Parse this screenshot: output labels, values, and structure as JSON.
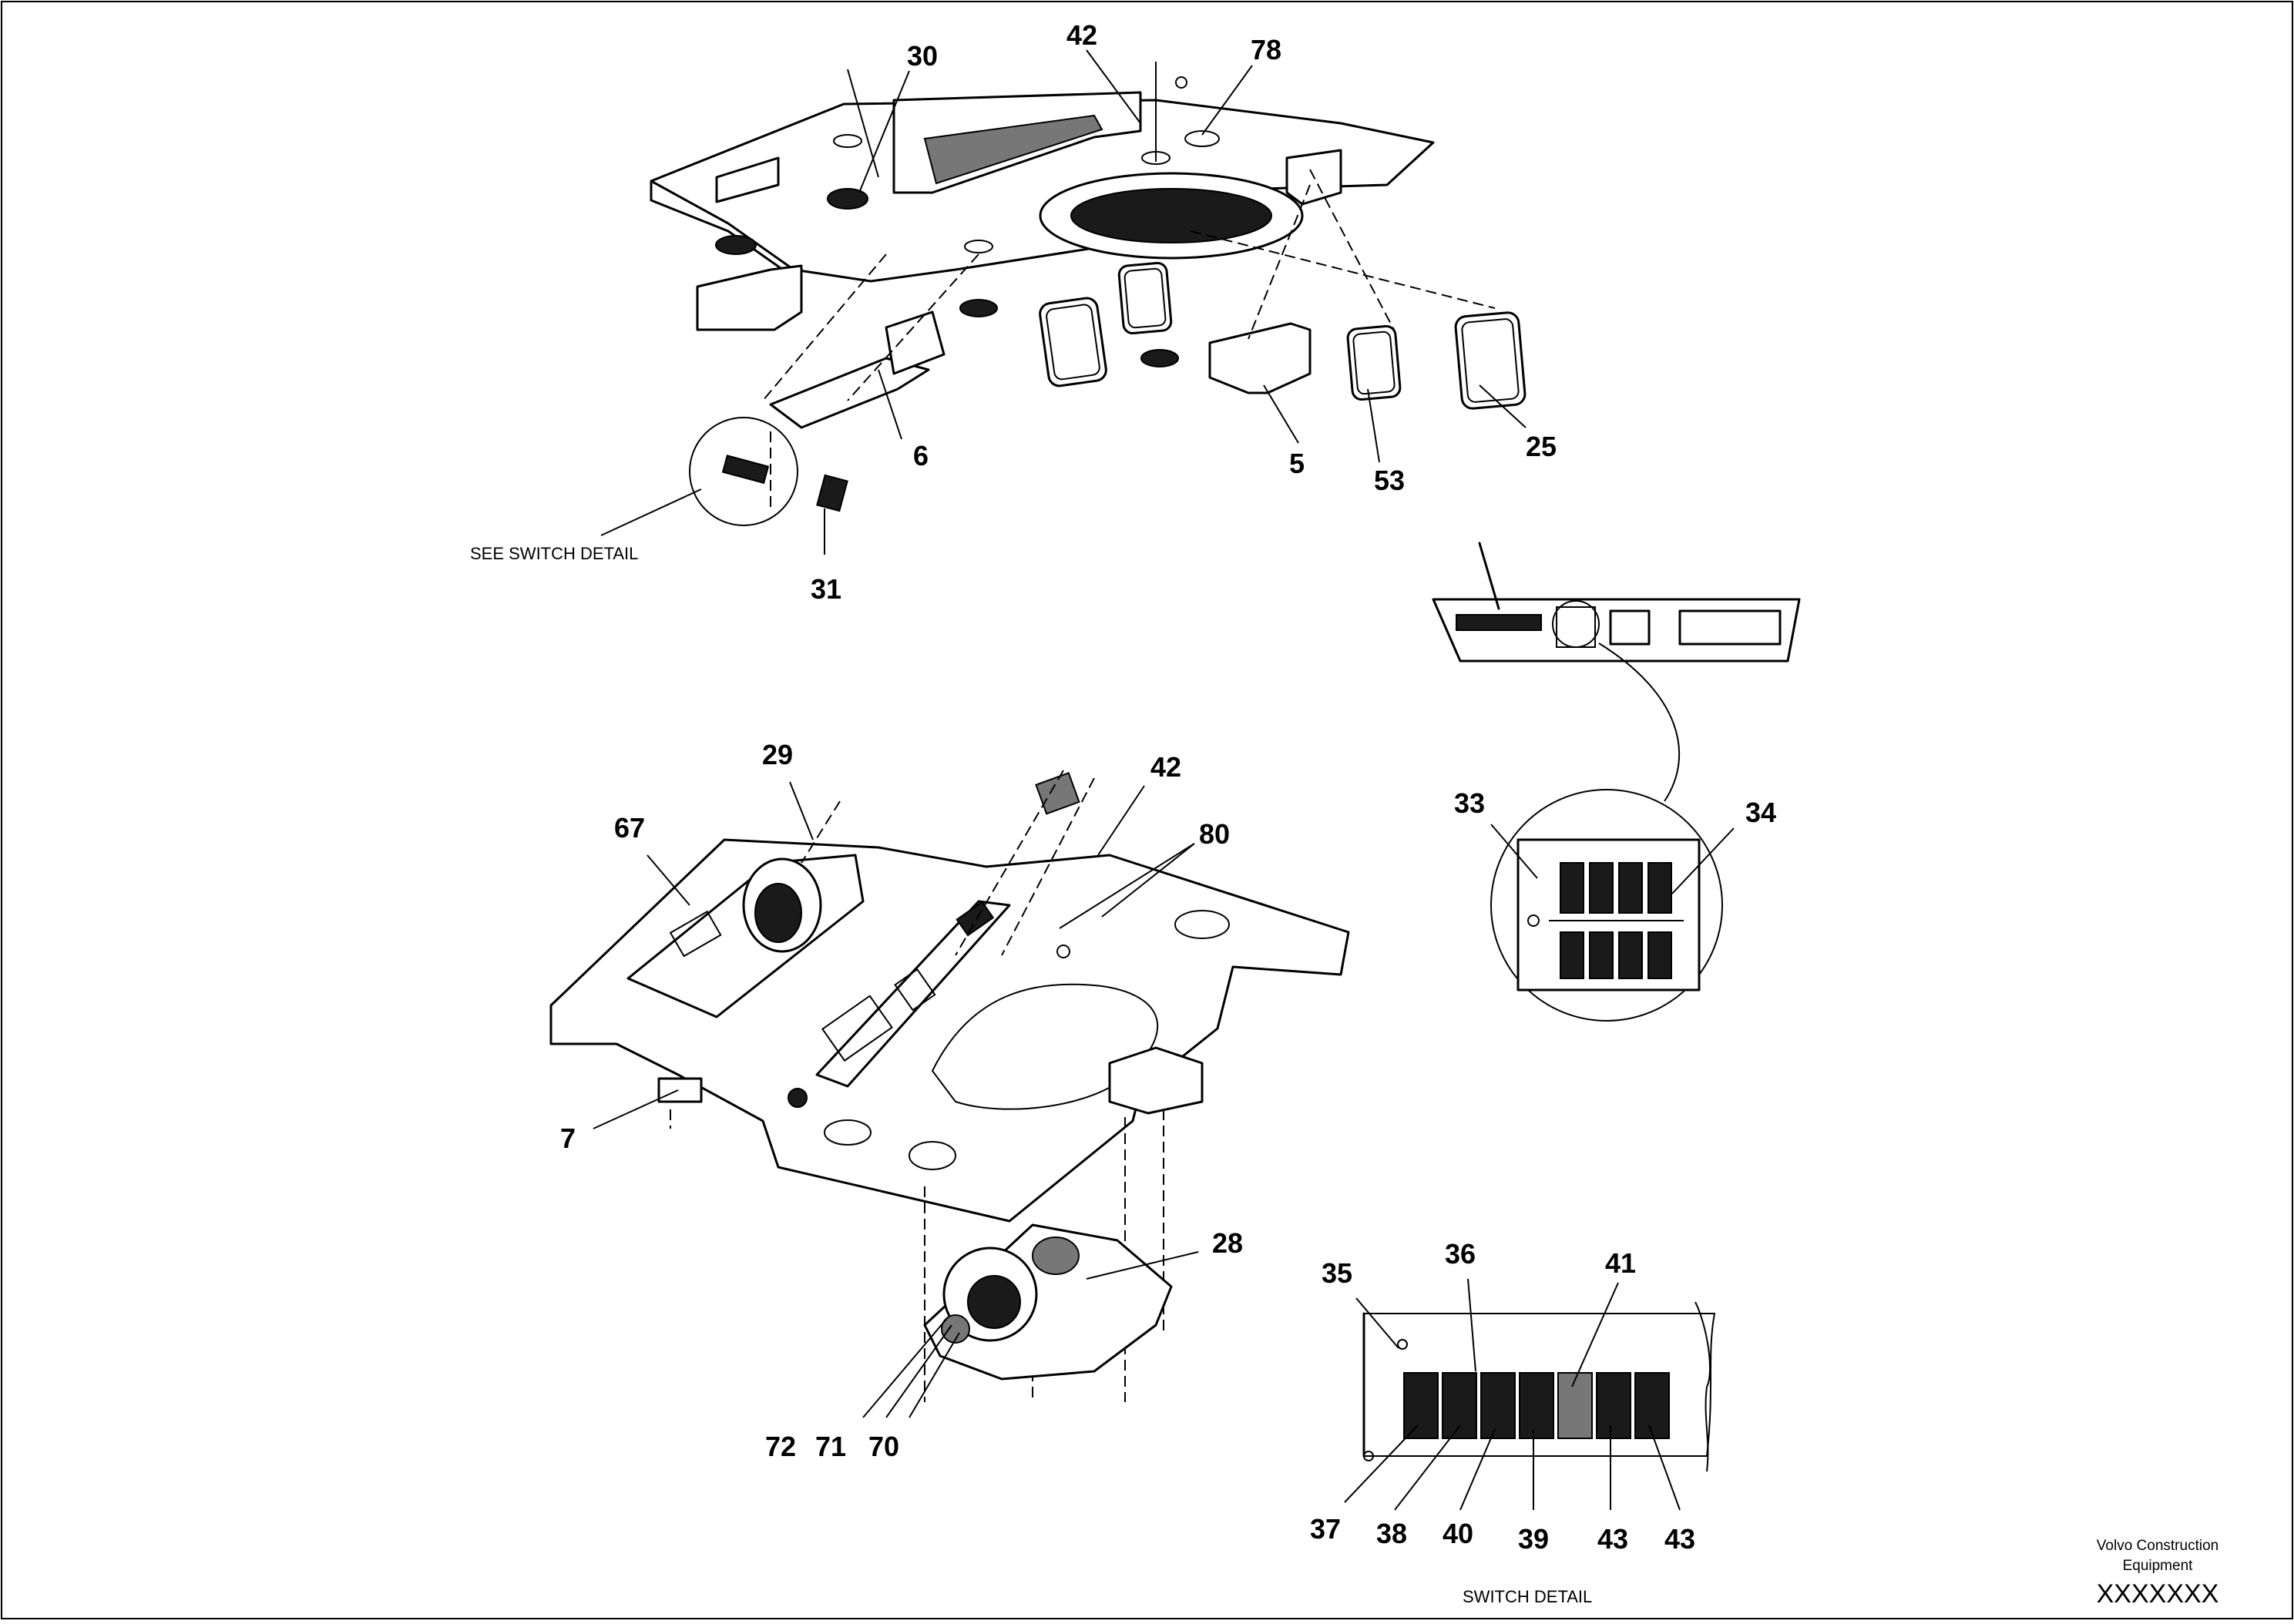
{
  "callouts": {
    "c30": "30",
    "c42_top": "42",
    "c78": "78",
    "c6": "6",
    "c5": "5",
    "c53": "53",
    "c25": "25",
    "c31": "31",
    "c29": "29",
    "c67": "67",
    "c42_mid": "42",
    "c80": "80",
    "c7": "7",
    "c28": "28",
    "c72": "72",
    "c71": "71",
    "c70": "70",
    "c33": "33",
    "c34": "34",
    "c35": "35",
    "c36": "36",
    "c41": "41",
    "c37": "37",
    "c38": "38",
    "c40": "40",
    "c39": "39",
    "c43a": "43",
    "c43b": "43"
  },
  "captions": {
    "see_switch_detail": "SEE SWITCH DETAIL",
    "switch_detail": "SWITCH DETAIL"
  },
  "title_block": {
    "brand_line1": "Volvo Construction",
    "brand_line2": "Equipment",
    "drawing_number": "XXXXXXX"
  }
}
